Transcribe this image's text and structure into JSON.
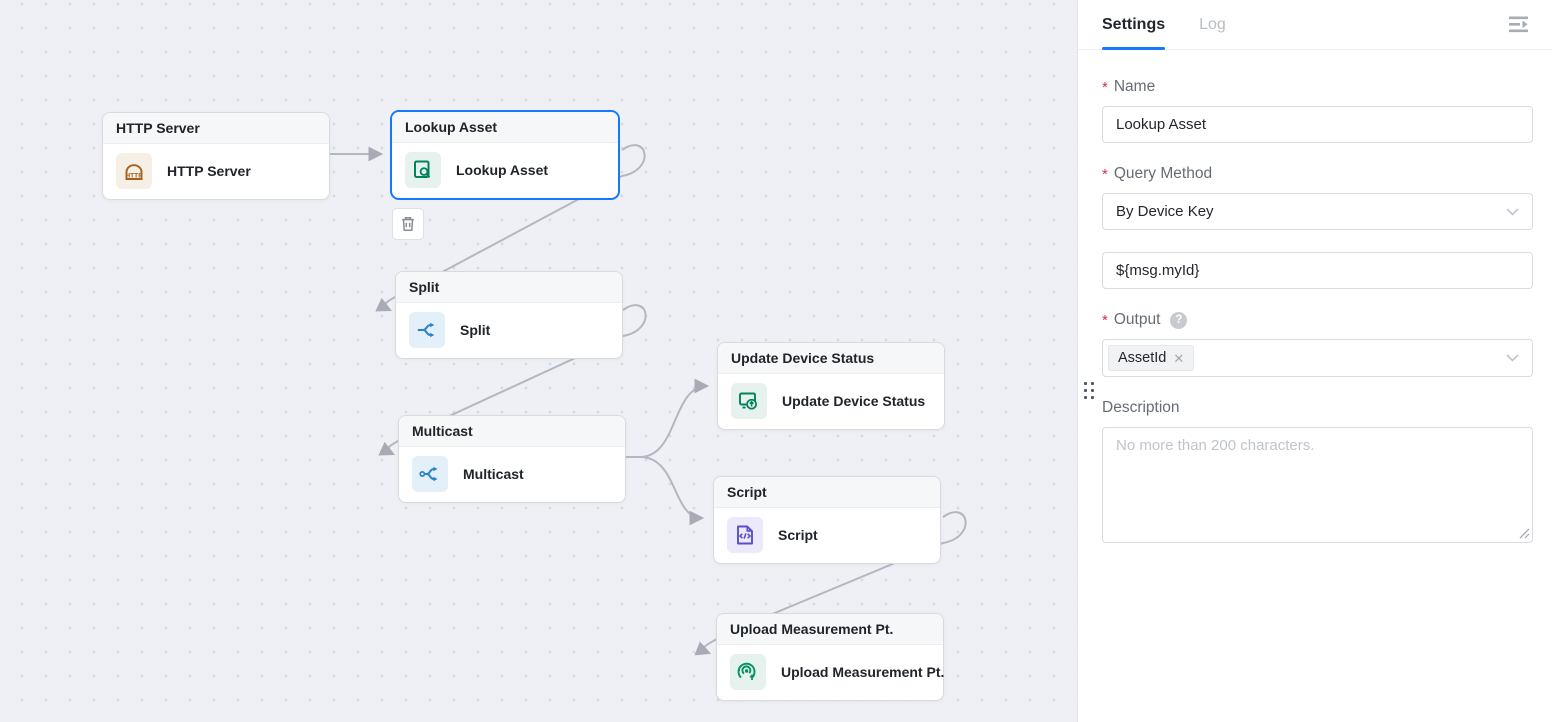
{
  "canvas": {
    "nodes": [
      {
        "header": "HTTP Server",
        "label": "HTTP Server",
        "icon": "http-server-icon",
        "selected": false
      },
      {
        "header": "Lookup Asset",
        "label": "Lookup Asset",
        "icon": "lookup-asset-icon",
        "selected": true
      },
      {
        "header": "Split",
        "label": "Split",
        "icon": "split-icon",
        "selected": false
      },
      {
        "header": "Multicast",
        "label": "Multicast",
        "icon": "multicast-icon",
        "selected": false
      },
      {
        "header": "Update Device Status",
        "label": "Update Device Status",
        "icon": "update-device-status-icon",
        "selected": false
      },
      {
        "header": "Script",
        "label": "Script",
        "icon": "script-icon",
        "selected": false
      },
      {
        "header": "Upload Measurement Pt.",
        "label": "Upload Measurement Pt.",
        "icon": "upload-measurement-icon",
        "selected": false
      }
    ],
    "selected_node_toolbar": {
      "delete_icon": "trash-icon"
    }
  },
  "panel": {
    "tabs": [
      {
        "label": "Settings",
        "active": true
      },
      {
        "label": "Log",
        "active": false
      }
    ],
    "collapse_icon": "collapse-panel-icon",
    "fields": {
      "name": {
        "label": "Name",
        "required": true,
        "value": "Lookup Asset"
      },
      "query_method": {
        "label": "Query Method",
        "required": true,
        "value": "By Device Key"
      },
      "query_key": {
        "value": "${msg.myId}"
      },
      "output": {
        "label": "Output",
        "required": true,
        "help_icon": "question-icon",
        "tags": [
          "AssetId"
        ]
      },
      "description": {
        "label": "Description",
        "required": false,
        "value": "",
        "placeholder": "No more than 200 characters."
      }
    }
  },
  "colors": {
    "accent": "#1677ff",
    "canvas_bg": "#eff0f5",
    "edge": "#b4b7c2",
    "node_green": "#00835c",
    "node_blue": "#2b84c6",
    "node_purple": "#5a4fd0",
    "node_brown": "#a5601e",
    "required_asterisk": "#cf3050"
  }
}
